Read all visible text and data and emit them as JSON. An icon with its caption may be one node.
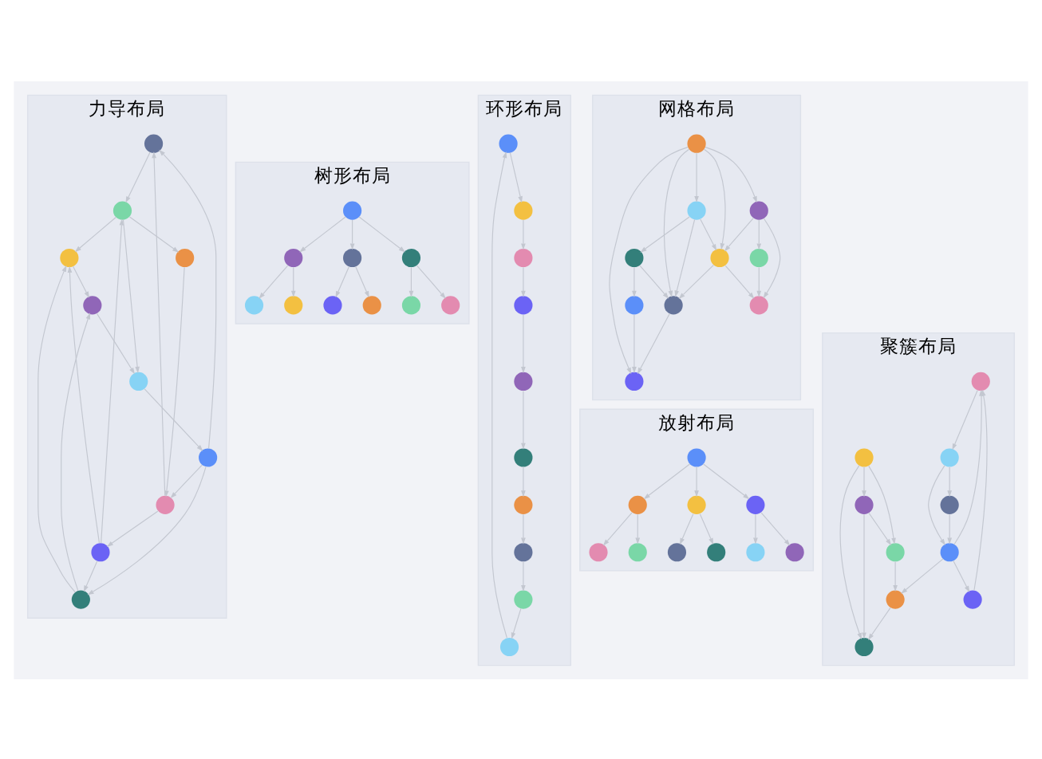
{
  "diagram": {
    "nodes": [
      {
        "text": [
          "力导布局"
        ]
      },
      {
        "text": [],
        "shape": "circle",
        "in": 0
      },
      {
        "text": [],
        "shape": "circle",
        "in": 0
      },
      {
        "text": [],
        "shape": "circle",
        "in": 0
      },
      {
        "text": [],
        "shape": "circle",
        "in": 0
      },
      {
        "text": [],
        "shape": "circle",
        "in": 0
      },
      {
        "text": [],
        "shape": "circle",
        "in": 0
      },
      {
        "text": [],
        "shape": "circle",
        "in": 0
      },
      {
        "text": [],
        "shape": "circle",
        "in": 0
      },
      {
        "text": [],
        "shape": "circle",
        "in": 0
      },
      {
        "text": [],
        "shape": "circle",
        "in": 0
      },
      {
        "text": [
          "环形布局"
        ]
      },
      {
        "text": [],
        "shape": "circle",
        "in": 11
      },
      {
        "text": [],
        "shape": "circle",
        "in": 11
      },
      {
        "text": [],
        "shape": "circle",
        "in": 11
      },
      {
        "text": [],
        "shape": "circle",
        "in": 11
      },
      {
        "text": [],
        "shape": "circle",
        "in": 11
      },
      {
        "text": [],
        "shape": "circle",
        "in": 11
      },
      {
        "text": [],
        "shape": "circle",
        "in": 11
      },
      {
        "text": [],
        "shape": "circle",
        "in": 11
      },
      {
        "text": [],
        "shape": "circle",
        "in": 11
      },
      {
        "text": [],
        "shape": "circle",
        "in": 11
      },
      {
        "text": [
          "网格布局"
        ]
      },
      {
        "text": [],
        "shape": "circle",
        "in": 22
      },
      {
        "text": [],
        "shape": "circle",
        "in": 22
      },
      {
        "text": [],
        "shape": "circle",
        "in": 22
      },
      {
        "text": [],
        "shape": "circle",
        "in": 22
      },
      {
        "text": [],
        "shape": "circle",
        "in": 22
      },
      {
        "text": [],
        "shape": "circle",
        "in": 22
      },
      {
        "text": [],
        "shape": "circle",
        "in": 22
      },
      {
        "text": [],
        "shape": "circle",
        "in": 22
      },
      {
        "text": [],
        "shape": "circle",
        "in": 22
      },
      {
        "text": [],
        "shape": "circle",
        "in": 22
      },
      {
        "text": [
          "树形布局"
        ]
      },
      {
        "text": [],
        "shape": "circle",
        "in": 33
      },
      {
        "text": [],
        "shape": "circle",
        "in": 33
      },
      {
        "text": [],
        "shape": "circle",
        "in": 33
      },
      {
        "text": [],
        "shape": "circle",
        "in": 33
      },
      {
        "text": [],
        "shape": "circle",
        "in": 33
      },
      {
        "text": [],
        "shape": "circle",
        "in": 33
      },
      {
        "text": [],
        "shape": "circle",
        "in": 33
      },
      {
        "text": [],
        "shape": "circle",
        "in": 33
      },
      {
        "text": [],
        "shape": "circle",
        "in": 33
      },
      {
        "text": [],
        "shape": "circle",
        "in": 33
      },
      {
        "text": [
          "放射布局"
        ]
      },
      {
        "text": [],
        "shape": "circle",
        "in": 44
      },
      {
        "text": [],
        "shape": "circle",
        "in": 44
      },
      {
        "text": [],
        "shape": "circle",
        "in": 44
      },
      {
        "text": [],
        "shape": "circle",
        "in": 44
      },
      {
        "text": [],
        "shape": "circle",
        "in": 44
      },
      {
        "text": [],
        "shape": "circle",
        "in": 44
      },
      {
        "text": [],
        "shape": "circle",
        "in": 44
      },
      {
        "text": [],
        "shape": "circle",
        "in": 44
      },
      {
        "text": [],
        "shape": "circle",
        "in": 44
      },
      {
        "text": [],
        "shape": "circle",
        "in": 44
      },
      {
        "text": [
          "聚簇布局"
        ]
      },
      {
        "text": [],
        "shape": "circle",
        "in": 55
      },
      {
        "text": [],
        "shape": "circle",
        "in": 55
      },
      {
        "text": [],
        "shape": "circle",
        "in": 55
      },
      {
        "text": [],
        "shape": "circle",
        "in": 55
      },
      {
        "text": [],
        "shape": "circle",
        "in": 55
      },
      {
        "text": [],
        "shape": "circle",
        "in": 55
      },
      {
        "text": [],
        "shape": "circle",
        "in": 55
      },
      {
        "text": [],
        "shape": "circle",
        "in": 55
      },
      {
        "text": [],
        "shape": "circle",
        "in": 55
      },
      {
        "text": [],
        "shape": "circle",
        "in": 55
      }
    ],
    "edges": [
      {
        "from": 5,
        "to": 1,
        "arrow": "to"
      },
      {
        "from": 8,
        "to": 1,
        "arrow": "to"
      },
      {
        "from": 1,
        "to": 6,
        "arrow": "to"
      },
      {
        "from": 4,
        "to": 5,
        "arrow": "to"
      },
      {
        "from": 6,
        "to": 4,
        "arrow": "to"
      },
      {
        "from": 9,
        "to": 4,
        "arrow": "to"
      },
      {
        "from": 5,
        "to": 8,
        "arrow": "to"
      },
      {
        "from": 5,
        "to": 7,
        "arrow": "to"
      },
      {
        "from": 8,
        "to": 2,
        "arrow": "to"
      },
      {
        "from": 2,
        "to": 6,
        "arrow": "to"
      },
      {
        "from": 2,
        "to": 3,
        "arrow": "to"
      },
      {
        "from": 2,
        "to": 7,
        "arrow": "to"
      },
      {
        "from": 6,
        "to": 3,
        "arrow": "to"
      },
      {
        "from": 7,
        "to": 3,
        "arrow": "to"
      },
      {
        "from": 3,
        "to": 9,
        "arrow": "to"
      },
      {
        "from": 7,
        "to": 9,
        "arrow": "to"
      },
      {
        "from": 6,
        "to": 10,
        "arrow": "to"
      },
      {
        "from": 10,
        "to": 8,
        "arrow": "to"
      },
      {
        "from": 12,
        "to": 13,
        "arrow": "to"
      },
      {
        "from": 13,
        "to": 14,
        "arrow": "to"
      },
      {
        "from": 14,
        "to": 16,
        "arrow": "to"
      },
      {
        "from": 16,
        "to": 18,
        "arrow": "to"
      },
      {
        "from": 18,
        "to": 20,
        "arrow": "to"
      },
      {
        "from": 20,
        "to": 21,
        "arrow": "to"
      },
      {
        "from": 21,
        "to": 19,
        "arrow": "to"
      },
      {
        "from": 19,
        "to": 17,
        "arrow": "to"
      },
      {
        "from": 17,
        "to": 15,
        "arrow": "to"
      },
      {
        "from": 15,
        "to": 12,
        "arrow": "to"
      },
      {
        "from": 23,
        "to": 24,
        "arrow": "to"
      },
      {
        "from": 24,
        "to": 25,
        "arrow": "to"
      },
      {
        "from": 25,
        "to": 26,
        "arrow": "to"
      },
      {
        "from": 23,
        "to": 27,
        "arrow": "to"
      },
      {
        "from": 23,
        "to": 28,
        "arrow": "to"
      },
      {
        "from": 23,
        "to": 29,
        "arrow": "to"
      },
      {
        "from": 23,
        "to": 30,
        "arrow": "to"
      },
      {
        "from": 24,
        "to": 28,
        "arrow": "to"
      },
      {
        "from": 24,
        "to": 29,
        "arrow": "to"
      },
      {
        "from": 25,
        "to": 29,
        "arrow": "to"
      },
      {
        "from": 26,
        "to": 30,
        "arrow": "to"
      },
      {
        "from": 27,
        "to": 28,
        "arrow": "to"
      },
      {
        "from": 28,
        "to": 29,
        "arrow": "to"
      },
      {
        "from": 29,
        "to": 30,
        "arrow": "to"
      },
      {
        "from": 27,
        "to": 31,
        "arrow": "to"
      },
      {
        "from": 27,
        "to": 32,
        "arrow": "to"
      },
      {
        "from": 28,
        "to": 32,
        "arrow": "to"
      },
      {
        "from": 31,
        "to": 32,
        "arrow": "to"
      },
      {
        "from": 38,
        "to": 35,
        "arrow": "to"
      },
      {
        "from": 38,
        "to": 39,
        "arrow": "to"
      },
      {
        "from": 38,
        "to": 42,
        "arrow": "to"
      },
      {
        "from": 35,
        "to": 34,
        "arrow": "to"
      },
      {
        "from": 35,
        "to": 36,
        "arrow": "to"
      },
      {
        "from": 39,
        "to": 37,
        "arrow": "to"
      },
      {
        "from": 39,
        "to": 40,
        "arrow": "to"
      },
      {
        "from": 42,
        "to": 41,
        "arrow": "to"
      },
      {
        "from": 42,
        "to": 43,
        "arrow": "to"
      },
      {
        "from": 48,
        "to": 47,
        "arrow": "to"
      },
      {
        "from": 47,
        "to": 45,
        "arrow": "to"
      },
      {
        "from": 47,
        "to": 46,
        "arrow": "to"
      },
      {
        "from": 48,
        "to": 50,
        "arrow": "to"
      },
      {
        "from": 50,
        "to": 49,
        "arrow": "to"
      },
      {
        "from": 50,
        "to": 53,
        "arrow": "to"
      },
      {
        "from": 48,
        "to": 51,
        "arrow": "to"
      },
      {
        "from": 51,
        "to": 52,
        "arrow": "to"
      },
      {
        "from": 51,
        "to": 54,
        "arrow": "to"
      },
      {
        "from": 56,
        "to": 57,
        "arrow": "to"
      },
      {
        "from": 57,
        "to": 58,
        "arrow": "to"
      },
      {
        "from": 57,
        "to": 59,
        "arrow": "to"
      },
      {
        "from": 58,
        "to": 59,
        "arrow": "to"
      },
      {
        "from": 59,
        "to": 60,
        "arrow": "to"
      },
      {
        "from": 60,
        "to": 56,
        "arrow": "to"
      },
      {
        "from": 59,
        "to": 56,
        "arrow": "to"
      },
      {
        "from": 59,
        "to": 62,
        "arrow": "to"
      },
      {
        "from": 61,
        "to": 63,
        "arrow": "to"
      },
      {
        "from": 61,
        "to": 64,
        "arrow": "to"
      },
      {
        "from": 61,
        "to": 65,
        "arrow": "to"
      },
      {
        "from": 63,
        "to": 62,
        "arrow": "to"
      },
      {
        "from": 64,
        "to": 63,
        "arrow": "to"
      },
      {
        "from": 62,
        "to": 65,
        "arrow": "to"
      },
      {
        "from": 64,
        "to": 65,
        "arrow": "to"
      }
    ]
  }
}
